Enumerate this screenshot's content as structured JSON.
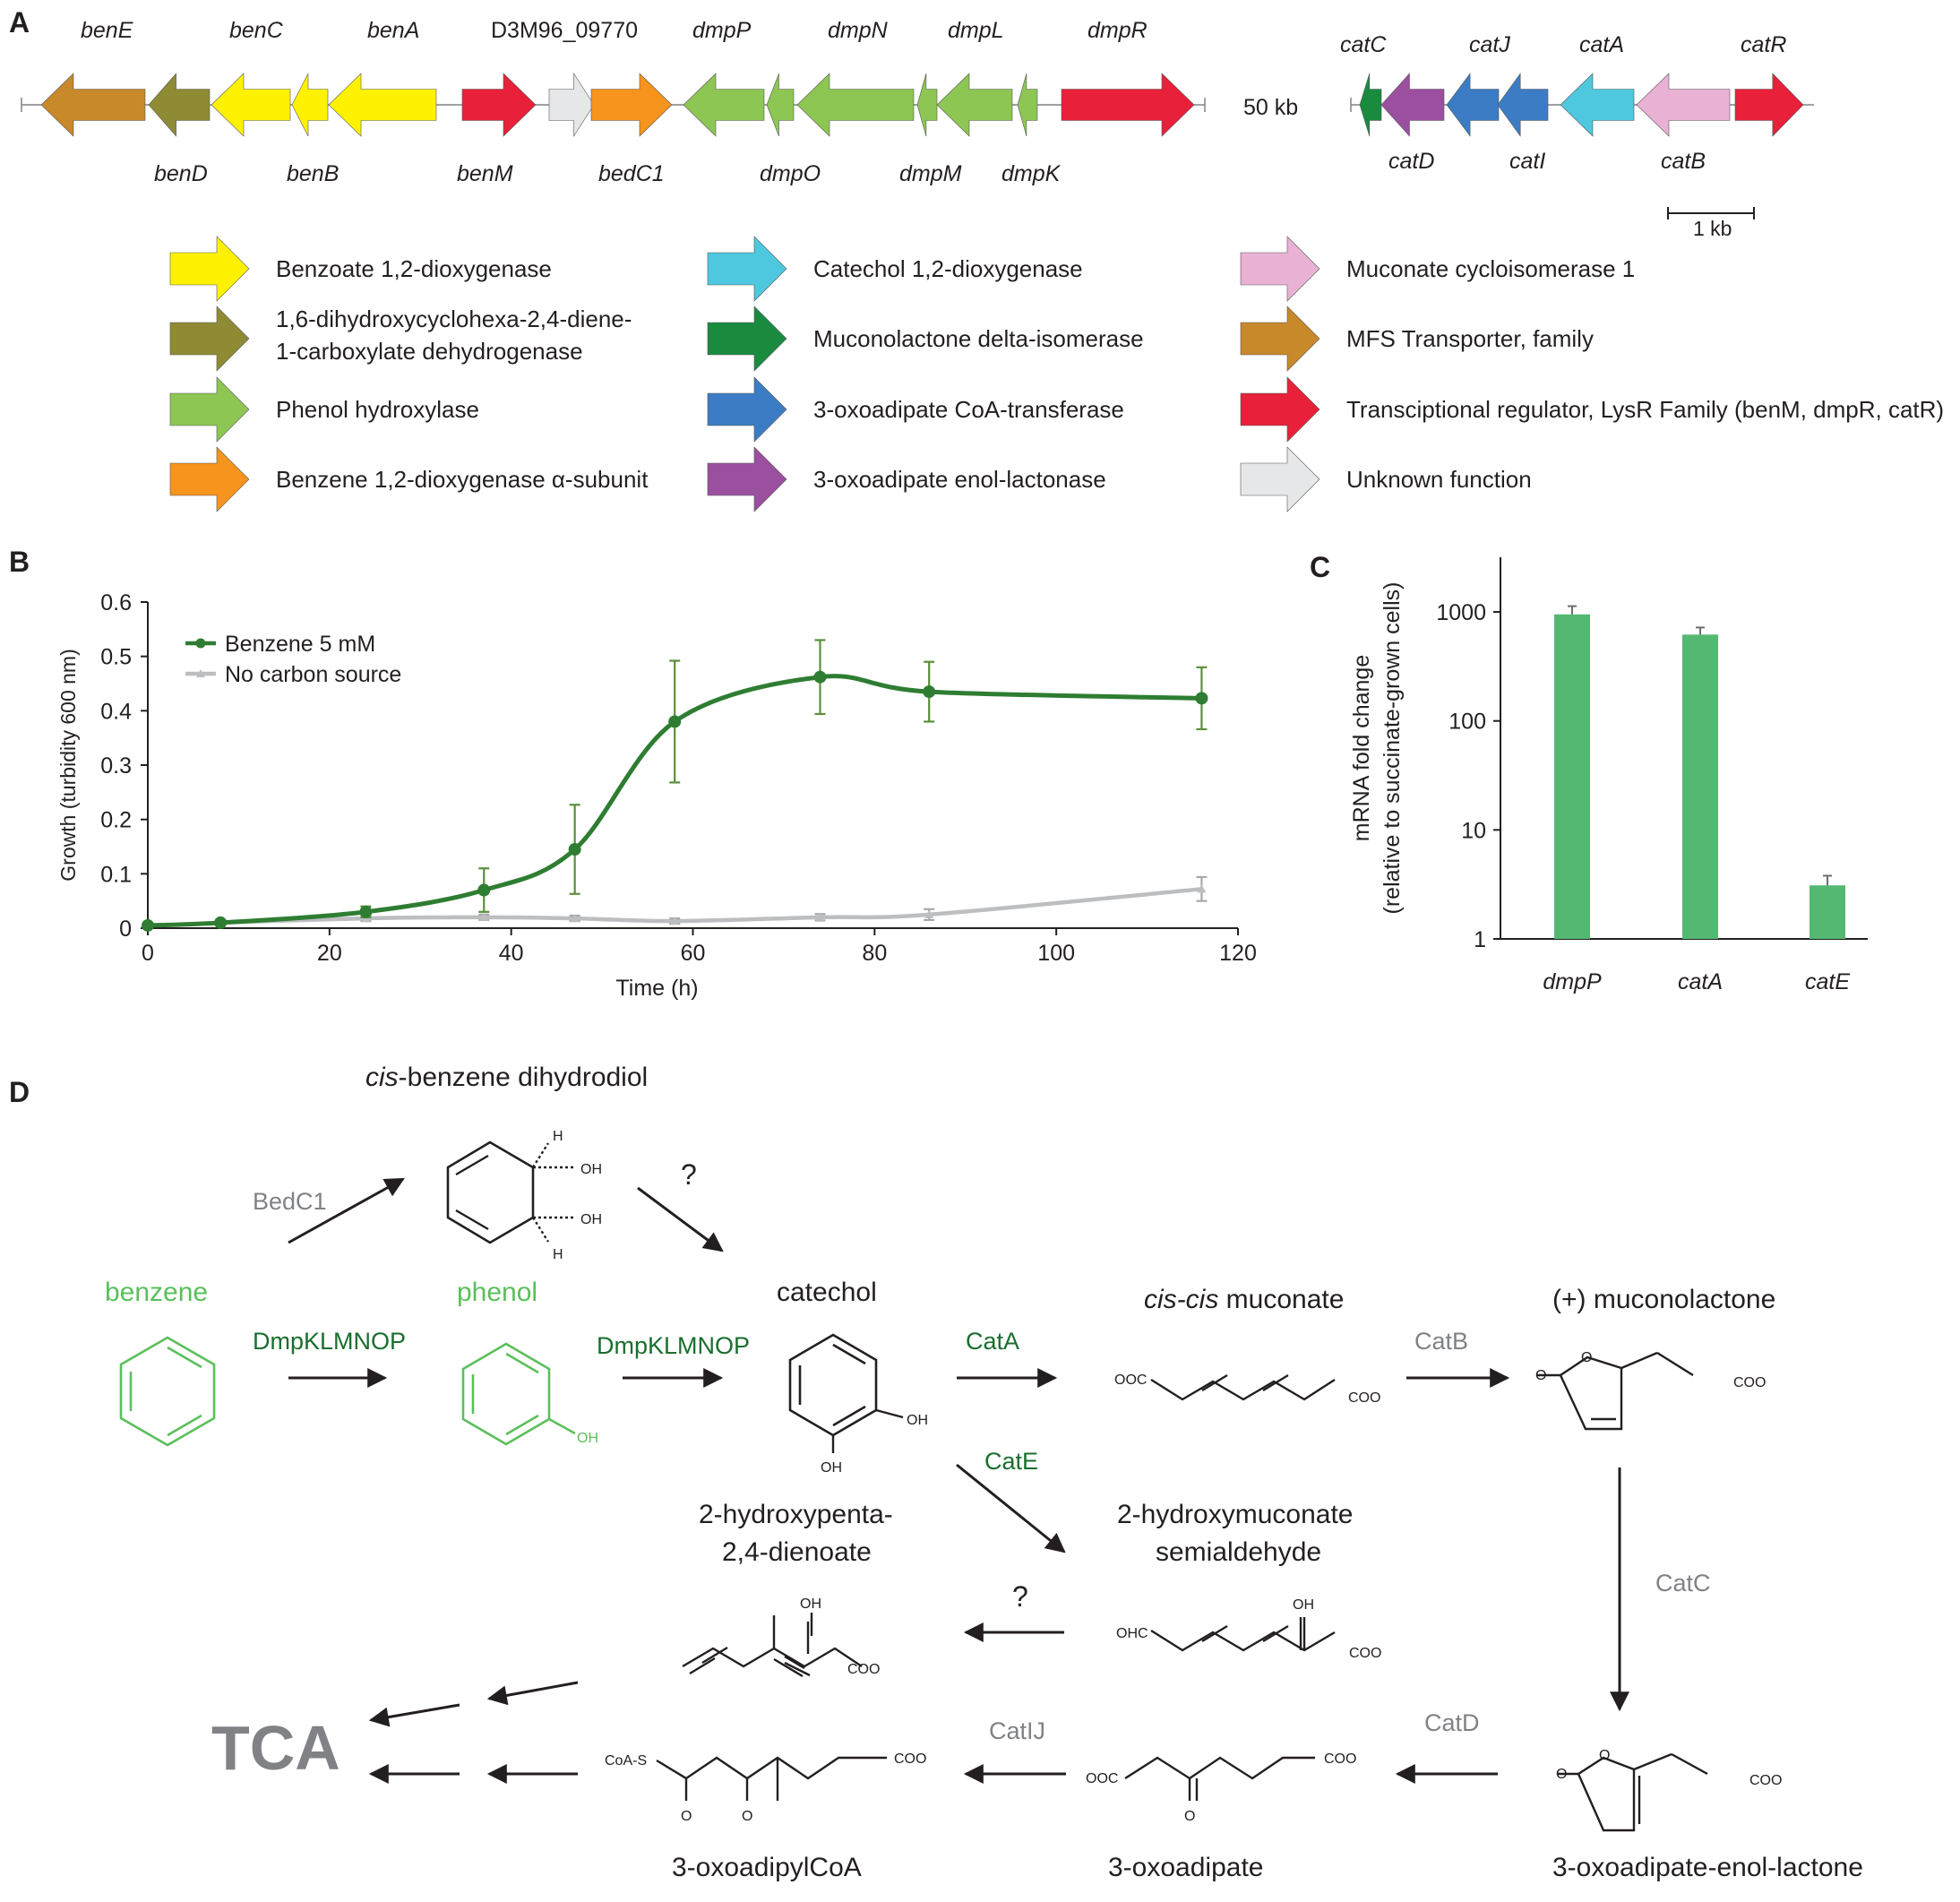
{
  "panels": {
    "a": "A",
    "b": "B",
    "c": "C",
    "d": "D"
  },
  "panel_a": {
    "cluster1": {
      "genes": [
        {
          "label": "benE",
          "label_pos": "above",
          "color": "#c8892a",
          "dir": "left"
        },
        {
          "label": "benD",
          "label_pos": "below",
          "color": "#8e8b34",
          "dir": "left"
        },
        {
          "label": "benC",
          "label_pos": "above",
          "color": "#fff200",
          "dir": "left"
        },
        {
          "label": "benB",
          "label_pos": "below",
          "color": "#fff200",
          "dir": "left"
        },
        {
          "label": "benA",
          "label_pos": "above",
          "color": "#fff200",
          "dir": "left"
        },
        {
          "label": "benM",
          "label_pos": "below",
          "color": "#e8203a",
          "dir": "right"
        },
        {
          "label": "D3M96_09770",
          "label_pos": "above",
          "color": "#e6e7e8",
          "dir": "right"
        },
        {
          "label": "bedC1",
          "label_pos": "below",
          "color": "#f7941d",
          "dir": "right"
        },
        {
          "label": "dmpP",
          "label_pos": "above",
          "color": "#8dc653",
          "dir": "left"
        },
        {
          "label": "dmpO",
          "label_pos": "below",
          "color": "#8dc653",
          "dir": "left"
        },
        {
          "label": "dmpN",
          "label_pos": "above",
          "color": "#8dc653",
          "dir": "left"
        },
        {
          "label": "dmpM",
          "label_pos": "below",
          "color": "#8dc653",
          "dir": "left"
        },
        {
          "label": "dmpL",
          "label_pos": "above",
          "color": "#8dc653",
          "dir": "left"
        },
        {
          "label": "dmpK",
          "label_pos": "below",
          "color": "#8dc653",
          "dir": "left"
        },
        {
          "label": "dmpR",
          "label_pos": "above",
          "color": "#e8203a",
          "dir": "right"
        }
      ]
    },
    "gap_label": "50 kb",
    "cluster2": {
      "genes": [
        {
          "label": "catC",
          "label_pos": "above",
          "color": "#1a8a3f",
          "dir": "left"
        },
        {
          "label": "catD",
          "label_pos": "below",
          "color": "#9b4f9f",
          "dir": "left"
        },
        {
          "label": "catJ",
          "label_pos": "above",
          "color": "#3b7cc4",
          "dir": "left"
        },
        {
          "label": "catI",
          "label_pos": "below",
          "color": "#3b7cc4",
          "dir": "left"
        },
        {
          "label": "catA",
          "label_pos": "above",
          "color": "#4dc8df",
          "dir": "left"
        },
        {
          "label": "catB",
          "label_pos": "below",
          "color": "#e9b2d4",
          "dir": "left"
        },
        {
          "label": "catR",
          "label_pos": "above",
          "color": "#e8203a",
          "dir": "right"
        }
      ]
    },
    "scale_bar": "1 kb",
    "legend": [
      {
        "color": "#fff200",
        "lines": [
          "Benzoate 1,2-dioxygenase"
        ]
      },
      {
        "color": "#8e8b34",
        "lines": [
          "1,6-dihydroxycyclohexa-2,4-diene-",
          "1-carboxylate dehydrogenase"
        ]
      },
      {
        "color": "#8dc653",
        "lines": [
          "Phenol hydroxylase"
        ]
      },
      {
        "color": "#f7941d",
        "lines": [
          "Benzene 1,2-dioxygenase α-subunit"
        ]
      },
      {
        "color": "#4dc8df",
        "lines": [
          "Catechol 1,2-dioxygenase"
        ]
      },
      {
        "color": "#1a8a3f",
        "lines": [
          "Muconolactone delta-isomerase"
        ]
      },
      {
        "color": "#3b7cc4",
        "lines": [
          "3-oxoadipate CoA-transferase"
        ]
      },
      {
        "color": "#9b4f9f",
        "lines": [
          "3-oxoadipate enol-lactonase"
        ]
      },
      {
        "color": "#e9b2d4",
        "lines": [
          "Muconate cycloisomerase 1"
        ]
      },
      {
        "color": "#c8892a",
        "lines": [
          "MFS Transporter, family"
        ]
      },
      {
        "color": "#e8203a",
        "lines": [
          "Transciptional regulator, LysR Family (benM, dmpR, catR)"
        ]
      },
      {
        "color": "#e6e7e8",
        "lines": [
          "Unknown function"
        ]
      }
    ]
  },
  "chart_data": [
    {
      "type": "line",
      "panel": "B",
      "title": "",
      "xlabel": "Time (h)",
      "ylabel": "Growth (turbidity 600 nm)",
      "xlim": [
        0,
        120
      ],
      "ylim": [
        0,
        0.6
      ],
      "xticks": [
        0,
        20,
        40,
        60,
        80,
        100,
        120
      ],
      "yticks": [
        0,
        0.1,
        0.2,
        0.3,
        0.4,
        0.5,
        0.6
      ],
      "legend_position": "top-left",
      "series": [
        {
          "name": "Benzene 5 mM",
          "color": "#2e7d32",
          "x": [
            0,
            8,
            24,
            37,
            47,
            58,
            74,
            86,
            116
          ],
          "y": [
            0.005,
            0.01,
            0.03,
            0.07,
            0.145,
            0.38,
            0.462,
            0.435,
            0.423
          ],
          "err": [
            0.003,
            0.005,
            0.01,
            0.04,
            0.082,
            0.112,
            0.068,
            0.055,
            0.057
          ]
        },
        {
          "name": "No carbon source",
          "color": "#bcbec0",
          "x": [
            0,
            8,
            24,
            37,
            47,
            58,
            74,
            86,
            116
          ],
          "y": [
            0.005,
            0.01,
            0.018,
            0.02,
            0.018,
            0.013,
            0.02,
            0.025,
            0.072
          ],
          "err": [
            0.003,
            0.005,
            0.005,
            0.005,
            0.005,
            0.005,
            0.006,
            0.01,
            0.022
          ]
        }
      ]
    },
    {
      "type": "bar",
      "panel": "C",
      "title": "",
      "xlabel": "",
      "ylabel_lines": [
        "mRNA fold change",
        "(relative to succinate-grown cells)"
      ],
      "yscale": "log",
      "ylim": [
        1,
        3000
      ],
      "yticks": [
        1,
        10,
        100,
        1000
      ],
      "categories": [
        "dmpP",
        "catA",
        "catE"
      ],
      "values": [
        950,
        620,
        3.1
      ],
      "err": [
        180,
        100,
        0.7
      ],
      "color": "#55b872"
    }
  ],
  "panel_d": {
    "compounds": {
      "cis_diol_a": "cis",
      "cis_diol_b": "-benzene dihydrodiol",
      "benzene": "benzene",
      "phenol": "phenol",
      "catechol": "catechol",
      "ccm_a": "cis-cis",
      "ccm_b": " muconate",
      "muconolactone": "(+) muconolactone",
      "hpd1": "2-hydroxypenta-",
      "hpd2": "2,4-dienoate",
      "hms1": "2-hydroxymuconate",
      "hms2": "semialdehyde",
      "oxoadipylcoa": "3-oxoadipylCoA",
      "oxoadipate": "3-oxoadipate",
      "enol_lactone": "3-oxoadipate-enol-lactone",
      "tca": "TCA"
    },
    "enzymes": {
      "bedc1": "BedC1",
      "dmp1": "DmpKLMNOP",
      "dmp2": "DmpKLMNOP",
      "cata": "CatA",
      "cate": "CatE",
      "catb": "CatB",
      "catc": "CatC",
      "catd": "CatD",
      "catij": "CatIJ",
      "unknown1": "?",
      "unknown2": "?"
    },
    "atoms": {
      "h": "H",
      "oh": "OH",
      "o": "O",
      "coo": "COO",
      "ooc": "OOC",
      "ohc": "OHC",
      "coas": "CoA-S",
      "minus": "-"
    }
  }
}
